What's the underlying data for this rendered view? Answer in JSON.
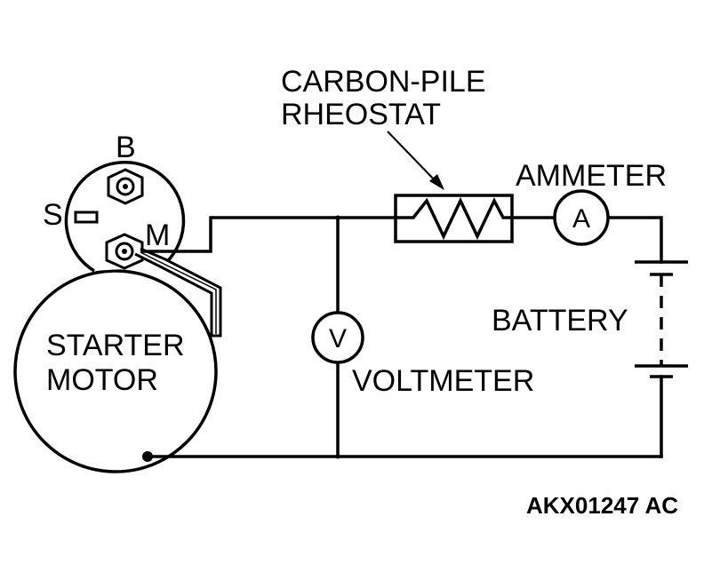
{
  "labels": {
    "rheostat_line1": "CARBON-PILE",
    "rheostat_line2": "RHEOSTAT",
    "ammeter": "AMMETER",
    "battery": "BATTERY",
    "voltmeter": "VOLTMETER",
    "starter_line1": "STARTER",
    "starter_line2": "MOTOR",
    "terminal_b": "B",
    "terminal_s": "S",
    "terminal_m": "M",
    "ammeter_symbol": "A",
    "voltmeter_symbol": "V",
    "figure_code": "AKX01247 AC"
  }
}
